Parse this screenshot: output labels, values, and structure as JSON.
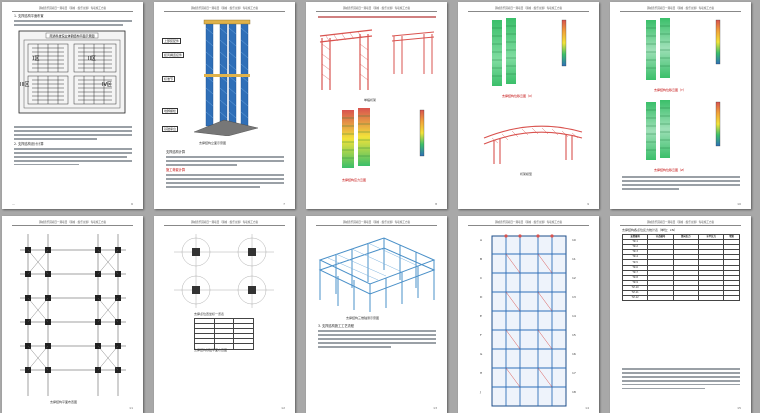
{
  "header_text": "蒲城游乐园项目一期项目（蒲城 · 娱乐主题）专项施工方案",
  "page_numbers": [
    "6",
    "7",
    "8",
    "9",
    "10",
    "11",
    "12",
    "13",
    "14",
    "15"
  ],
  "page1": {
    "heading": "1. 支撑结构平面布置",
    "site_plan_title": "南通科技馆主体钢结构平面示意图",
    "zones": [
      "I区",
      "II区",
      "III区",
      "IV区"
    ],
    "section": "2. 支撑结构设计计算"
  },
  "page2": {
    "callouts": [
      "上部装配件",
      "缆风绳连接件",
      "标准节",
      "地脚螺栓",
      "基础承台"
    ],
    "caption": "支撑结构立面示意图",
    "subheading": "支撑结构计算",
    "red_note": "施工荷载计算"
  },
  "page3": {
    "caption_model": "单榀桁架",
    "caption_stress": "支撑结构应力云图"
  },
  "page4": {
    "caption_disp": "支撑结构位移云图（X）",
    "caption_truss": "桁架模型"
  },
  "page5": {
    "caption_top": "支撑结构位移云图（Y）",
    "caption_bottom": "支撑结构位移云图（Z）"
  },
  "page6": {
    "caption": "支撑结构平面布置图"
  },
  "page7": {
    "caption": "支撑结构基础平面布置图",
    "table_caption": "支撑点位置坐标一览表"
  },
  "page8": {
    "caption": "支撑结构三维轴测示意图",
    "section": "3. 支撑结构施工工艺流程"
  },
  "page9": {
    "grid_labels_right": [
      "10",
      "11",
      "12",
      "13",
      "14",
      "15",
      "16",
      "17",
      "18"
    ],
    "grid_labels_left": [
      "A",
      "B",
      "C",
      "D",
      "E",
      "F",
      "G",
      "H",
      "J"
    ]
  },
  "page10": {
    "table_title": "支撑结构各点位反力统计表（单位：kN）",
    "columns": [
      "支撑编号",
      "节点编号",
      "竖向反力",
      "水平反力",
      "弯矩"
    ],
    "groups": [
      "TZ-1",
      "TZ-2",
      "TZ-3",
      "TZ-4",
      "TZ-5",
      "TZ-6",
      "TZ-7",
      "TZ-8",
      "TZ-9",
      "TZ-10",
      "TZ-11",
      "TZ-12"
    ]
  },
  "colors": {
    "background": "#a8a8a8",
    "steel_blue": "#2f6fb8",
    "truss_red": "#d9534f",
    "contour_green": "#3bbf6a",
    "contour_yellow": "#f2e33a",
    "accent_red": "#c00000"
  }
}
